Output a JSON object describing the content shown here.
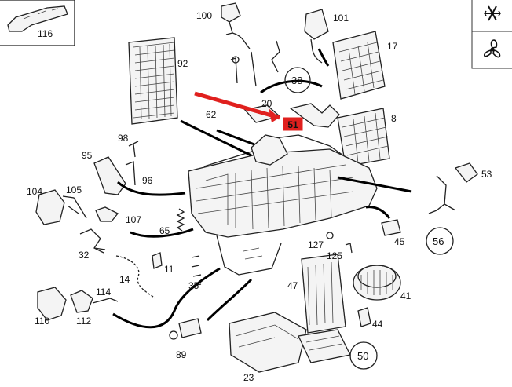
{
  "callouts": [
    {
      "id": "116",
      "text": "116"
    },
    {
      "id": "100",
      "text": "100"
    },
    {
      "id": "101",
      "text": "101"
    },
    {
      "id": "92",
      "text": "92"
    },
    {
      "id": "38",
      "text": "38"
    },
    {
      "id": "17",
      "text": "17"
    },
    {
      "id": "20",
      "text": "20"
    },
    {
      "id": "62",
      "text": "62"
    },
    {
      "id": "8",
      "text": "8"
    },
    {
      "id": "98",
      "text": "98"
    },
    {
      "id": "95",
      "text": "95"
    },
    {
      "id": "96",
      "text": "96"
    },
    {
      "id": "104",
      "text": "104"
    },
    {
      "id": "105",
      "text": "105"
    },
    {
      "id": "107",
      "text": "107"
    },
    {
      "id": "65",
      "text": "65"
    },
    {
      "id": "32",
      "text": "32"
    },
    {
      "id": "11",
      "text": "11"
    },
    {
      "id": "14",
      "text": "14"
    },
    {
      "id": "35",
      "text": "35"
    },
    {
      "id": "114",
      "text": "114"
    },
    {
      "id": "110",
      "text": "110"
    },
    {
      "id": "112",
      "text": "112"
    },
    {
      "id": "89",
      "text": "89"
    },
    {
      "id": "23",
      "text": "23"
    },
    {
      "id": "47",
      "text": "47"
    },
    {
      "id": "127",
      "text": "127"
    },
    {
      "id": "125",
      "text": "125"
    },
    {
      "id": "45",
      "text": "45"
    },
    {
      "id": "53",
      "text": "53"
    },
    {
      "id": "56",
      "text": "56"
    },
    {
      "id": "41",
      "text": "41"
    },
    {
      "id": "44",
      "text": "44"
    },
    {
      "id": "50",
      "text": "50"
    }
  ],
  "highlight": {
    "text": "51",
    "color": "#e0201e"
  },
  "icons": [
    "snowflake-icon",
    "fan-icon"
  ],
  "colors": {
    "ink": "#222222",
    "accent": "#e0201e",
    "background": "#ffffff"
  }
}
